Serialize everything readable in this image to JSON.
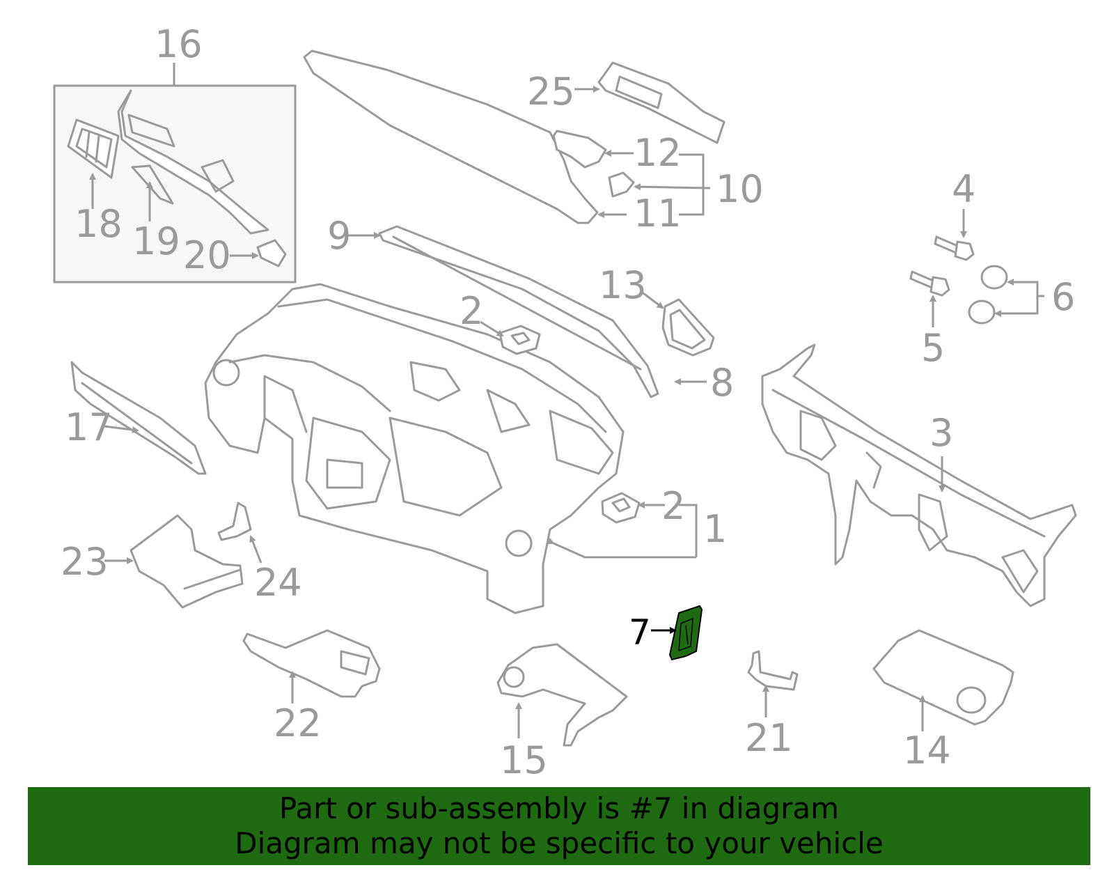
{
  "callouts": {
    "c1": "1",
    "c2a": "2",
    "c2b": "2",
    "c3": "3",
    "c4": "4",
    "c5": "5",
    "c6": "6",
    "c7": "7",
    "c8": "8",
    "c9": "9",
    "c10": "10",
    "c11": "11",
    "c12": "12",
    "c13": "13",
    "c14": "14",
    "c15": "15",
    "c16": "16",
    "c17": "17",
    "c18": "18",
    "c19": "19",
    "c20": "20",
    "c21": "21",
    "c22": "22",
    "c23": "23",
    "c24": "24",
    "c25": "25"
  },
  "highlight": {
    "part_number": "7",
    "color": "#1e6b12"
  },
  "colors": {
    "line_art": "#9a9a9a",
    "inset_box": "#f7f7f7",
    "banner_bg": "#1e6b12"
  },
  "banner": {
    "line1": "Part or sub-assembly is #7 in diagram",
    "line2": "Diagram may not be specific to your vehicle"
  }
}
